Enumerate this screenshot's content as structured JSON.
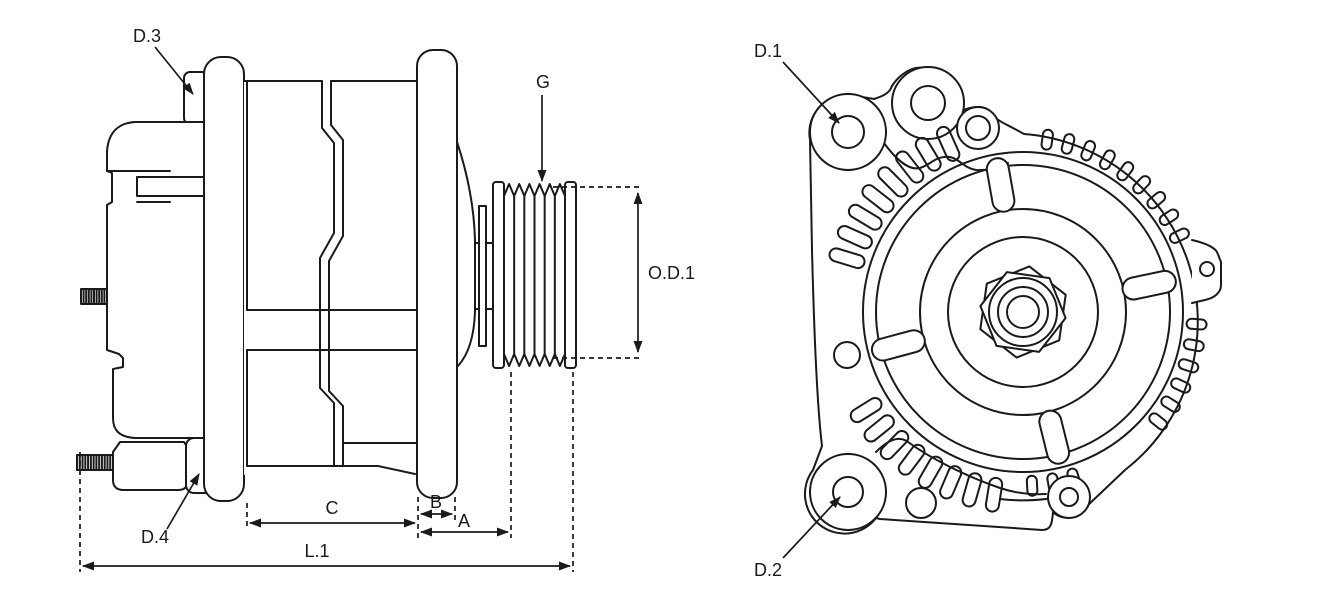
{
  "drawing": {
    "type": "technical-diagram",
    "subject": "alternator two-view dimensional drawing",
    "colors": {
      "line": "#1a1a1a",
      "background": "#ffffff"
    },
    "side_view": {
      "labels": {
        "d3": "D.3",
        "d4": "D.4",
        "g": "G",
        "od1": "O.D.1",
        "c": "C",
        "b": "B",
        "a": "A",
        "l1": "L.1"
      }
    },
    "front_view": {
      "labels": {
        "d1": "D.1",
        "d2": "D.2"
      }
    }
  }
}
